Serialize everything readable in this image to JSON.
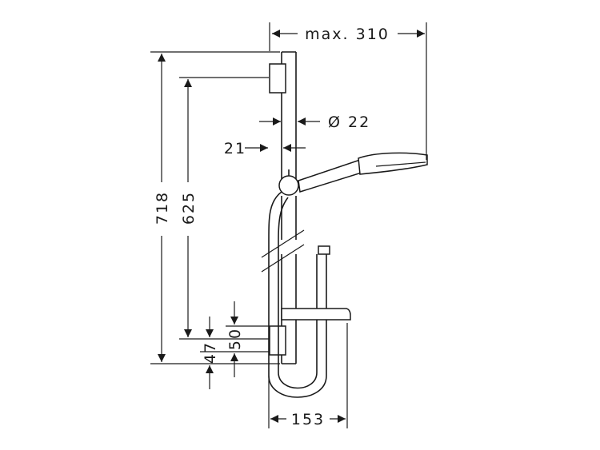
{
  "dimensions": {
    "max_reach": "max. 310",
    "diameter": "Ø 22",
    "rail_width": "21",
    "total_height": "718",
    "fixing_distance": "625",
    "bottom_offset_a": "47",
    "bottom_offset_b": "50",
    "shelf_width": "153"
  }
}
